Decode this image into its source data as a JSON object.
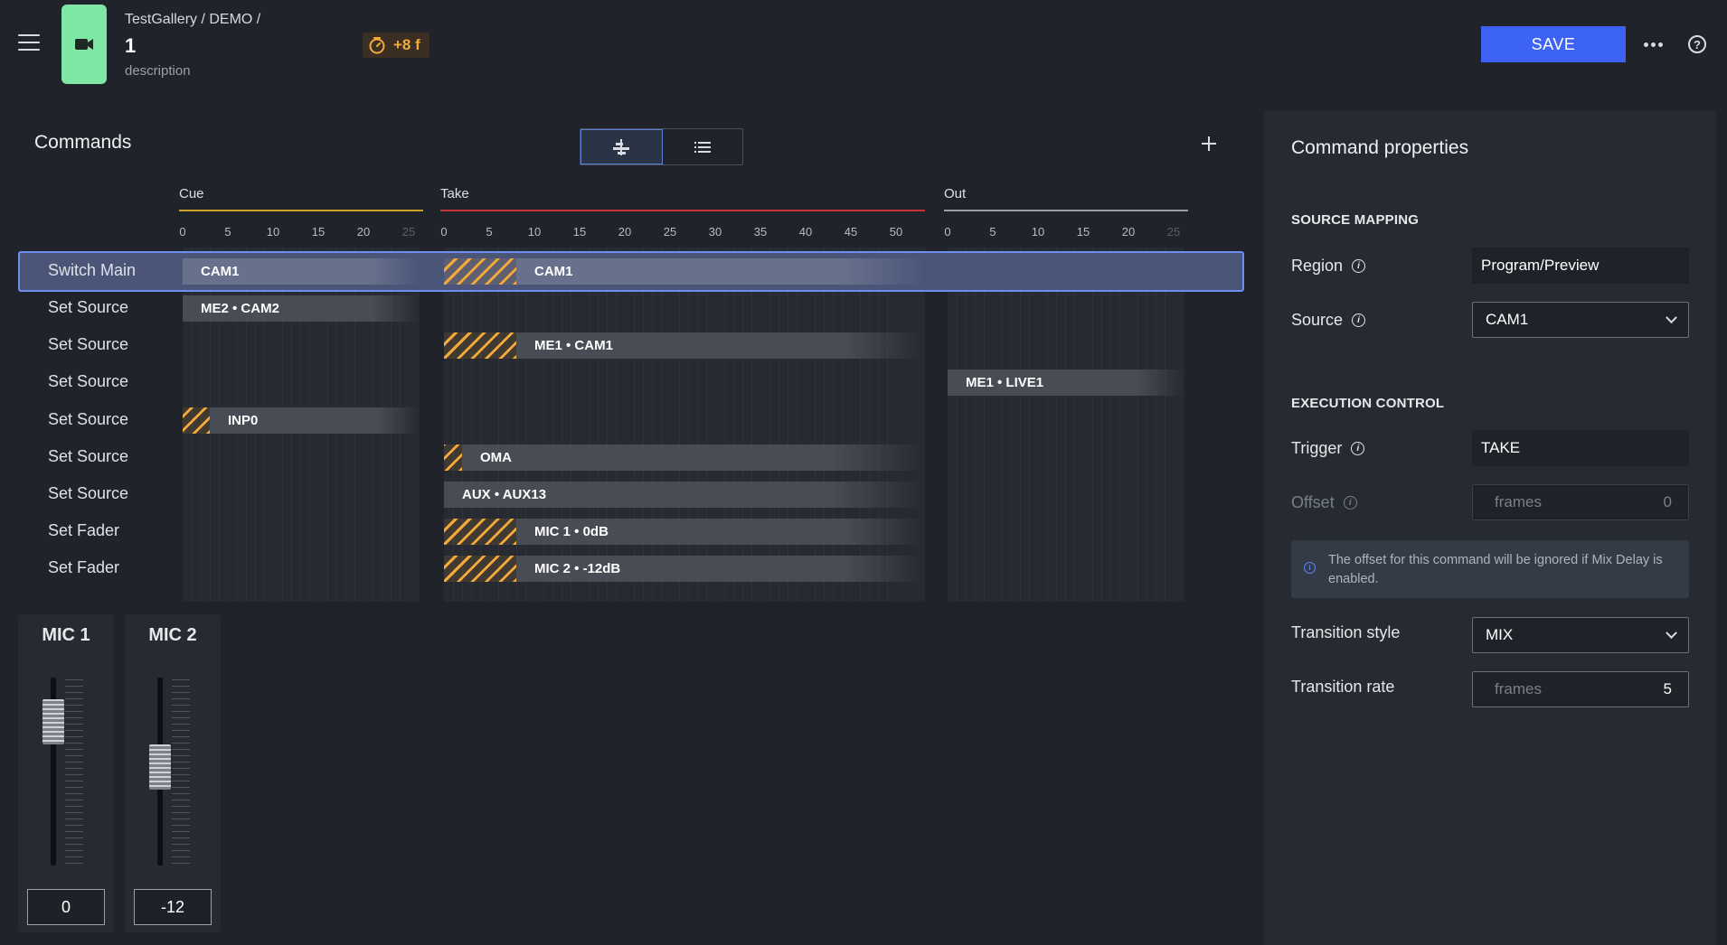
{
  "header": {
    "breadcrumb": "TestGallery / DEMO /",
    "title": "1",
    "description": "description",
    "timer_text": "+8 f",
    "save_label": "SAVE",
    "help_label": "?",
    "accent_color": "#3d63f5",
    "tile_color": "#7ee7a6"
  },
  "commands": {
    "title": "Commands",
    "phases": [
      {
        "name": "Cue",
        "color": "#c9a227",
        "ticks": [
          "0",
          "5",
          "10",
          "15",
          "20",
          "25"
        ]
      },
      {
        "name": "Take",
        "color": "#c4343a",
        "ticks": [
          "0",
          "5",
          "10",
          "15",
          "20",
          "25",
          "30",
          "35",
          "40",
          "45",
          "50"
        ]
      },
      {
        "name": "Out",
        "color": "#9aa0a8",
        "ticks": [
          "0",
          "5",
          "10",
          "15",
          "20",
          "25"
        ]
      }
    ],
    "rows": [
      {
        "label": "Switch Main",
        "clips": [
          "CAM1",
          "CAM1"
        ],
        "selected": true
      },
      {
        "label": "Set Source",
        "clips": [
          "ME2 • CAM2"
        ]
      },
      {
        "label": "Set Source",
        "clips": [
          "ME1 • CAM1"
        ]
      },
      {
        "label": "Set Source",
        "clips": [
          "ME1 • LIVE1"
        ]
      },
      {
        "label": "Set Source",
        "clips": [
          "INP0"
        ]
      },
      {
        "label": "Set Source",
        "clips": [
          "OMA"
        ]
      },
      {
        "label": "Set Source",
        "clips": [
          "AUX • AUX13"
        ]
      },
      {
        "label": "Set Fader",
        "clips": [
          "MIC 1 • 0dB"
        ]
      },
      {
        "label": "Set Fader",
        "clips": [
          "MIC 2 • -12dB"
        ]
      }
    ]
  },
  "mics": [
    {
      "name": "MIC 1",
      "value": "0"
    },
    {
      "name": "MIC 2",
      "value": "-12"
    }
  ],
  "properties": {
    "title": "Command properties",
    "source_mapping_heading": "SOURCE MAPPING",
    "region_label": "Region",
    "region_value": "Program/Preview",
    "source_label": "Source",
    "source_value": "CAM1",
    "execution_heading": "EXECUTION CONTROL",
    "trigger_label": "Trigger",
    "trigger_value": "TAKE",
    "offset_label": "Offset",
    "offset_placeholder": "frames",
    "offset_value": "0",
    "note_text": "The offset for this command will be ignored if Mix Delay is enabled.",
    "transition_style_label": "Transition style",
    "transition_style_value": "MIX",
    "transition_rate_label": "Transition rate",
    "transition_rate_placeholder": "frames",
    "transition_rate_value": "5"
  }
}
